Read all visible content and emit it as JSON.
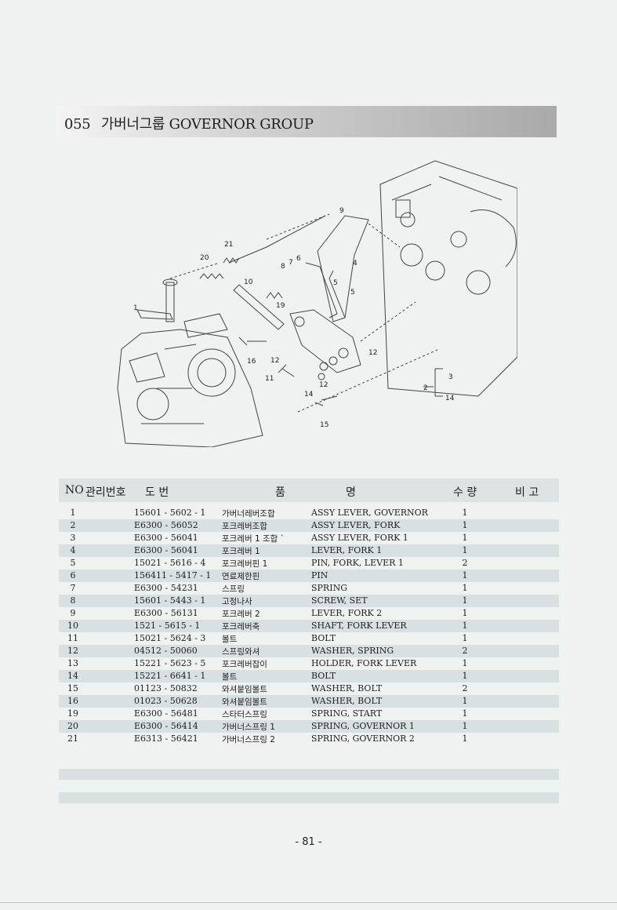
{
  "section": {
    "code": "055",
    "title_korean": "가버너그룹",
    "title_english": "GOVERNOR GROUP"
  },
  "diagram": {
    "callouts": [
      "1",
      "2",
      "3",
      "4",
      "5",
      "5",
      "6",
      "7",
      "8",
      "9",
      "10",
      "11",
      "12",
      "12",
      "12",
      "14",
      "14",
      "15",
      "16",
      "19",
      "20",
      "21"
    ]
  },
  "table": {
    "headers": {
      "no": "NO",
      "mgmt": "관리번호",
      "drawing": "도 번",
      "item": "품",
      "name": "명",
      "qty": "수 량",
      "remarks": "비 고"
    },
    "rows": [
      {
        "no": "1",
        "part": "15601 - 5602 - 1",
        "kor": "가버너레버조합",
        "eng": "ASSY LEVER, GOVERNOR",
        "qty": "1"
      },
      {
        "no": "2",
        "part": "E6300 - 56052",
        "kor": "포크레버조합",
        "eng": "ASSY LEVER, FORK",
        "qty": "1"
      },
      {
        "no": "3",
        "part": "E6300 - 56041",
        "kor": "포크레버 1 조합 ˋ",
        "eng": "ASSY LEVER, FORK 1",
        "qty": "1"
      },
      {
        "no": "4",
        "part": "E6300 - 56041",
        "kor": "포크레버 1",
        "eng": "LEVER, FORK 1",
        "qty": "1"
      },
      {
        "no": "5",
        "part": "15021 - 5616 - 4",
        "kor": "포크레버핀 1",
        "eng": "PIN, FORK, LEVER  1",
        "qty": "2"
      },
      {
        "no": "6",
        "part": "156411 - 5417 - 1",
        "kor": "연료제한핀",
        "eng": "PIN",
        "qty": "1"
      },
      {
        "no": "7",
        "part": "E6300 - 54231",
        "kor": "스프링",
        "eng": "SPRING",
        "qty": "1"
      },
      {
        "no": "8",
        "part": "15601 - 5443 - 1",
        "kor": "고정나사",
        "eng": "SCREW, SET",
        "qty": "1"
      },
      {
        "no": "9",
        "part": "E6300 - 56131",
        "kor": "포크레버 2",
        "eng": "LEVER, FORK 2",
        "qty": "1"
      },
      {
        "no": "10",
        "part": "1521 - 5615 - 1",
        "kor": "포크레버축",
        "eng": "SHAFT, FORK LEVER",
        "qty": "1"
      },
      {
        "no": "11",
        "part": "15021 - 5624 - 3",
        "kor": "볼트",
        "eng": "BOLT",
        "qty": "1"
      },
      {
        "no": "12",
        "part": "04512 - 50060",
        "kor": "스프링와셔",
        "eng": "WASHER, SPRING",
        "qty": "2"
      },
      {
        "no": "13",
        "part": "15221 - 5623 - 5",
        "kor": "포크레버잡이",
        "eng": "HOLDER, FORK LEVER",
        "qty": "1"
      },
      {
        "no": "14",
        "part": "15221 - 6641 - 1",
        "kor": "볼트",
        "eng": "BOLT",
        "qty": "1"
      },
      {
        "no": "15",
        "part": "01123 - 50832",
        "kor": "와셔붙임볼트",
        "eng": "WASHER, BOLT",
        "qty": "2"
      },
      {
        "no": "16",
        "part": "01023 - 50628",
        "kor": "와셔붙임볼트",
        "eng": "WASHER, BOLT",
        "qty": "1"
      },
      {
        "no": "19",
        "part": "E6300 - 56481",
        "kor": "스타터스프링",
        "eng": "SPRING, START",
        "qty": "1"
      },
      {
        "no": "20",
        "part": "E6300 - 56414",
        "kor": "가버너스프링 1",
        "eng": "SPRING, GOVERNOR 1",
        "qty": "1"
      },
      {
        "no": "21",
        "part": "E6313 - 56421",
        "kor": "가버너스프링 2",
        "eng": "SPRING, GOVERNOR 2",
        "qty": "1"
      }
    ]
  },
  "page_number": "- 81 -"
}
